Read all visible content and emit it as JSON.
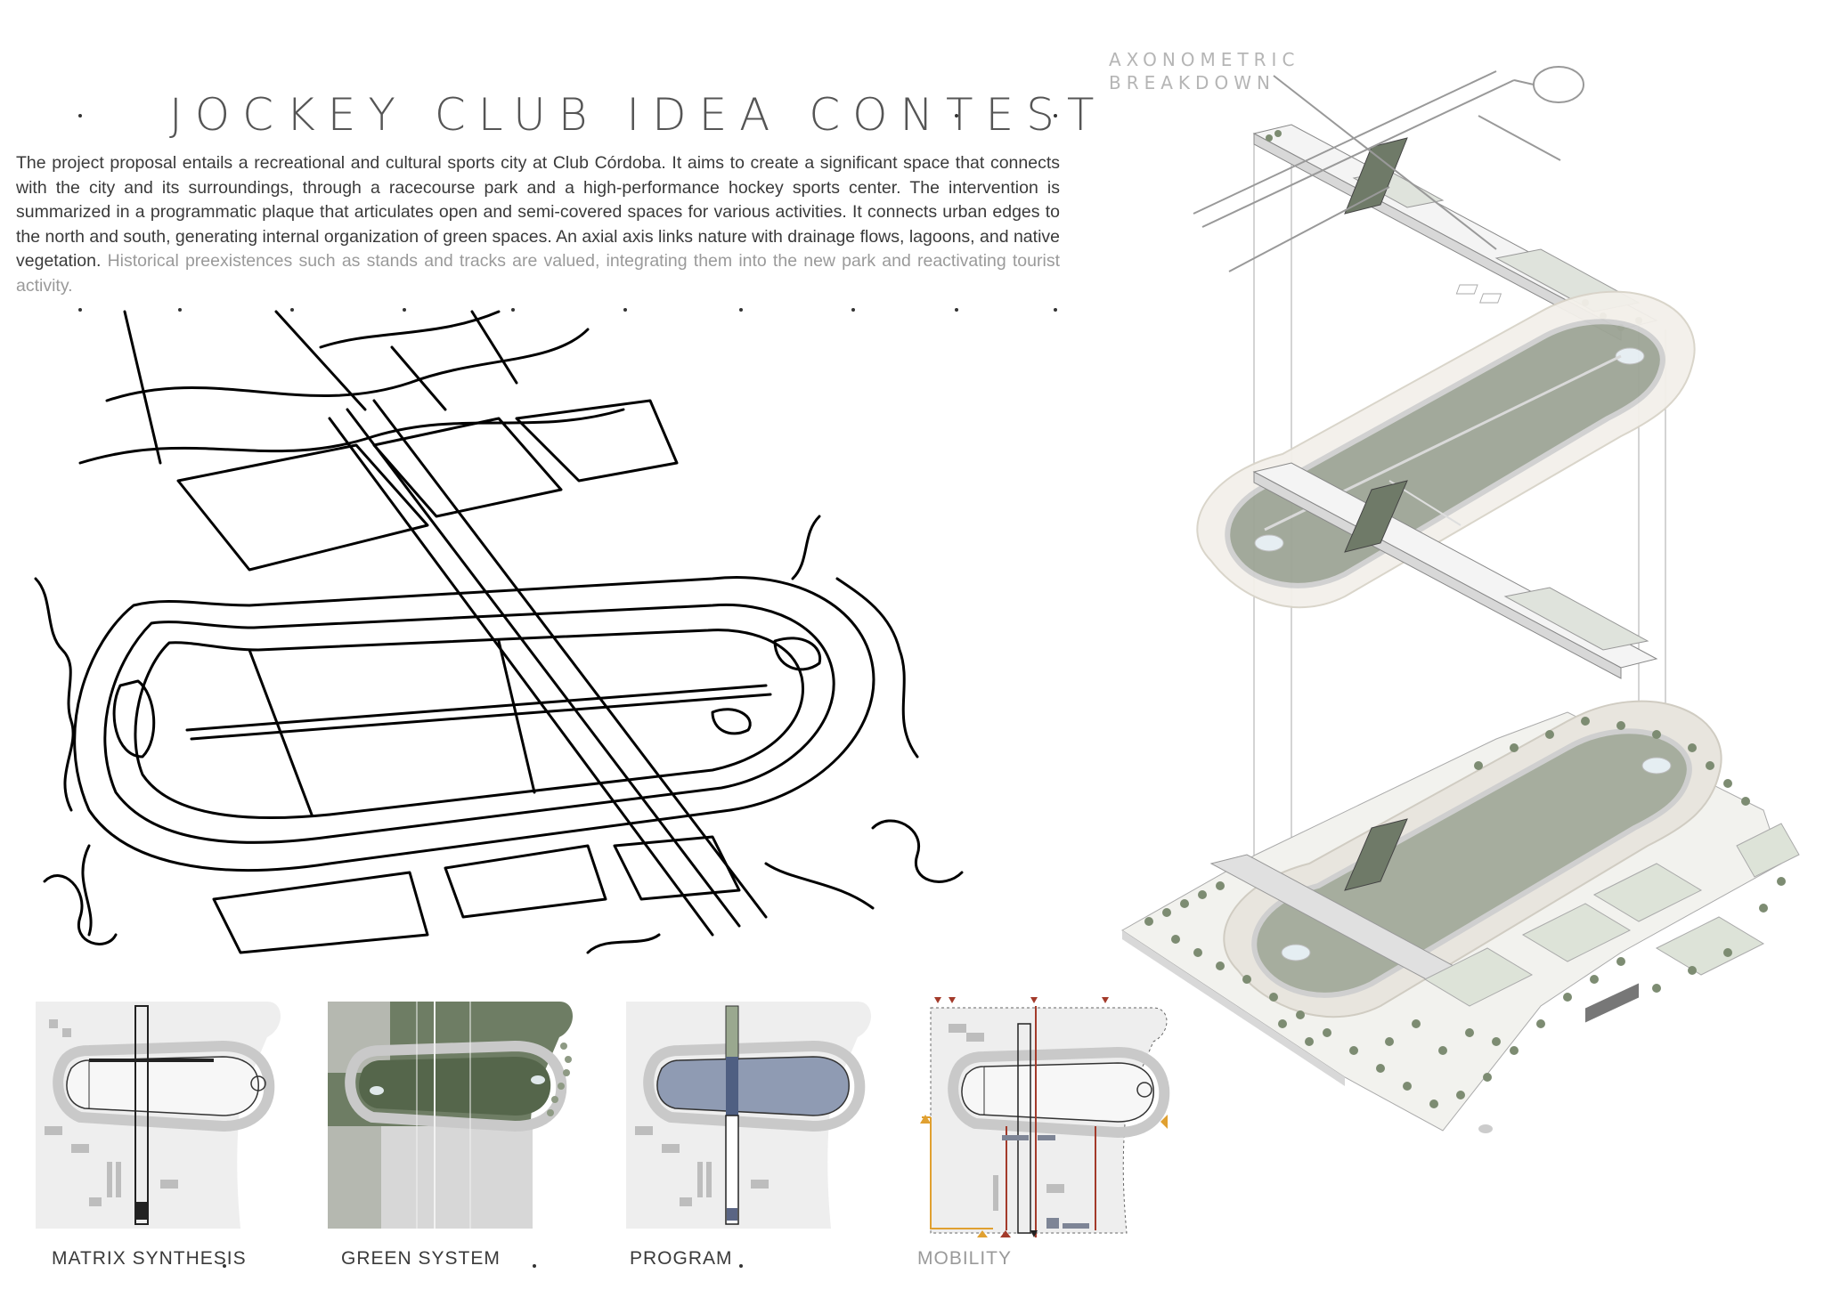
{
  "header": {
    "title": "JOCKEY CLUB IDEA CONTEST",
    "description_main": "The project proposal entails a recreational and cultural sports city at Club Córdoba. It aims to create a significant space that connects with the city and its surroundings, through a racecourse park and a high-performance hockey sports center. The intervention is summarized in a programmatic plaque that articulates open and semi-covered spaces for various activities. It connects urban edges to the north and south, generating internal organization of green spaces. An axial axis links nature with drainage flows, lagoons, and native vegetation.",
    "description_faint": "Historical preexistences such as stands and tracks are valued, integrating them into the new park and reactivating tourist activity."
  },
  "axonometric": {
    "title_line1": "AXONOMETRIC",
    "title_line2": "BREAKDOWN"
  },
  "thumbnails": [
    {
      "label": "MATRIX SYNTHESIS",
      "id": "matrix"
    },
    {
      "label": "GREEN SYSTEM",
      "id": "green"
    },
    {
      "label": "PROGRAM",
      "id": "program"
    },
    {
      "label": "MOBILITY",
      "id": "mobility"
    }
  ],
  "colors": {
    "track": "#c9c9c9",
    "green": "#6e7d64",
    "program_blue": "#8f9bb3",
    "mobility_red": "#a33a2a",
    "mobility_orange": "#e0a030",
    "site_grey": "#eeeeee"
  }
}
